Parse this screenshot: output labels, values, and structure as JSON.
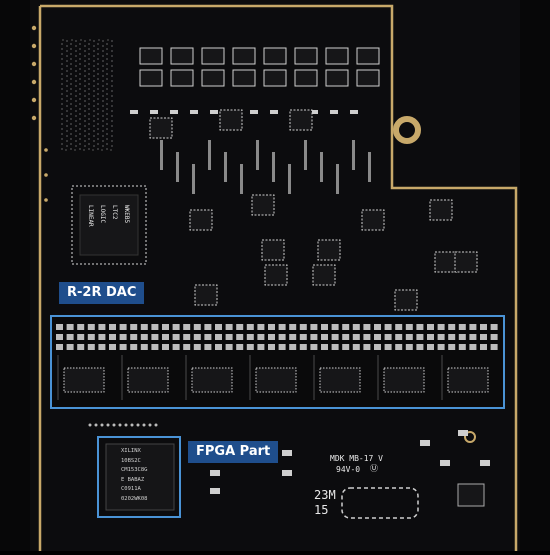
{
  "labels": {
    "dac": "R-2R DAC",
    "fpga": "FPGA Part"
  },
  "silkscreen": {
    "board_id": "MDK MB-17 V",
    "flammability": "94V-0",
    "date_code_line1": "23M",
    "date_code_line2": "15",
    "qfp_lines": [
      "LINEAR",
      "LOGIC",
      "LTC2",
      "WKEB5"
    ],
    "fpga_lines": [
      "XILINX",
      "10BS2C",
      "CM153C8G",
      "E BABAZ",
      "C0911A",
      "0202WK08"
    ]
  },
  "colors": {
    "board": "#0c0c0e",
    "gold_trace": "#c8a96a",
    "highlight_box": "#4a93d6",
    "label_bg": "#1f4e8c",
    "chip": "#161618",
    "pad": "#cfcfcf"
  }
}
